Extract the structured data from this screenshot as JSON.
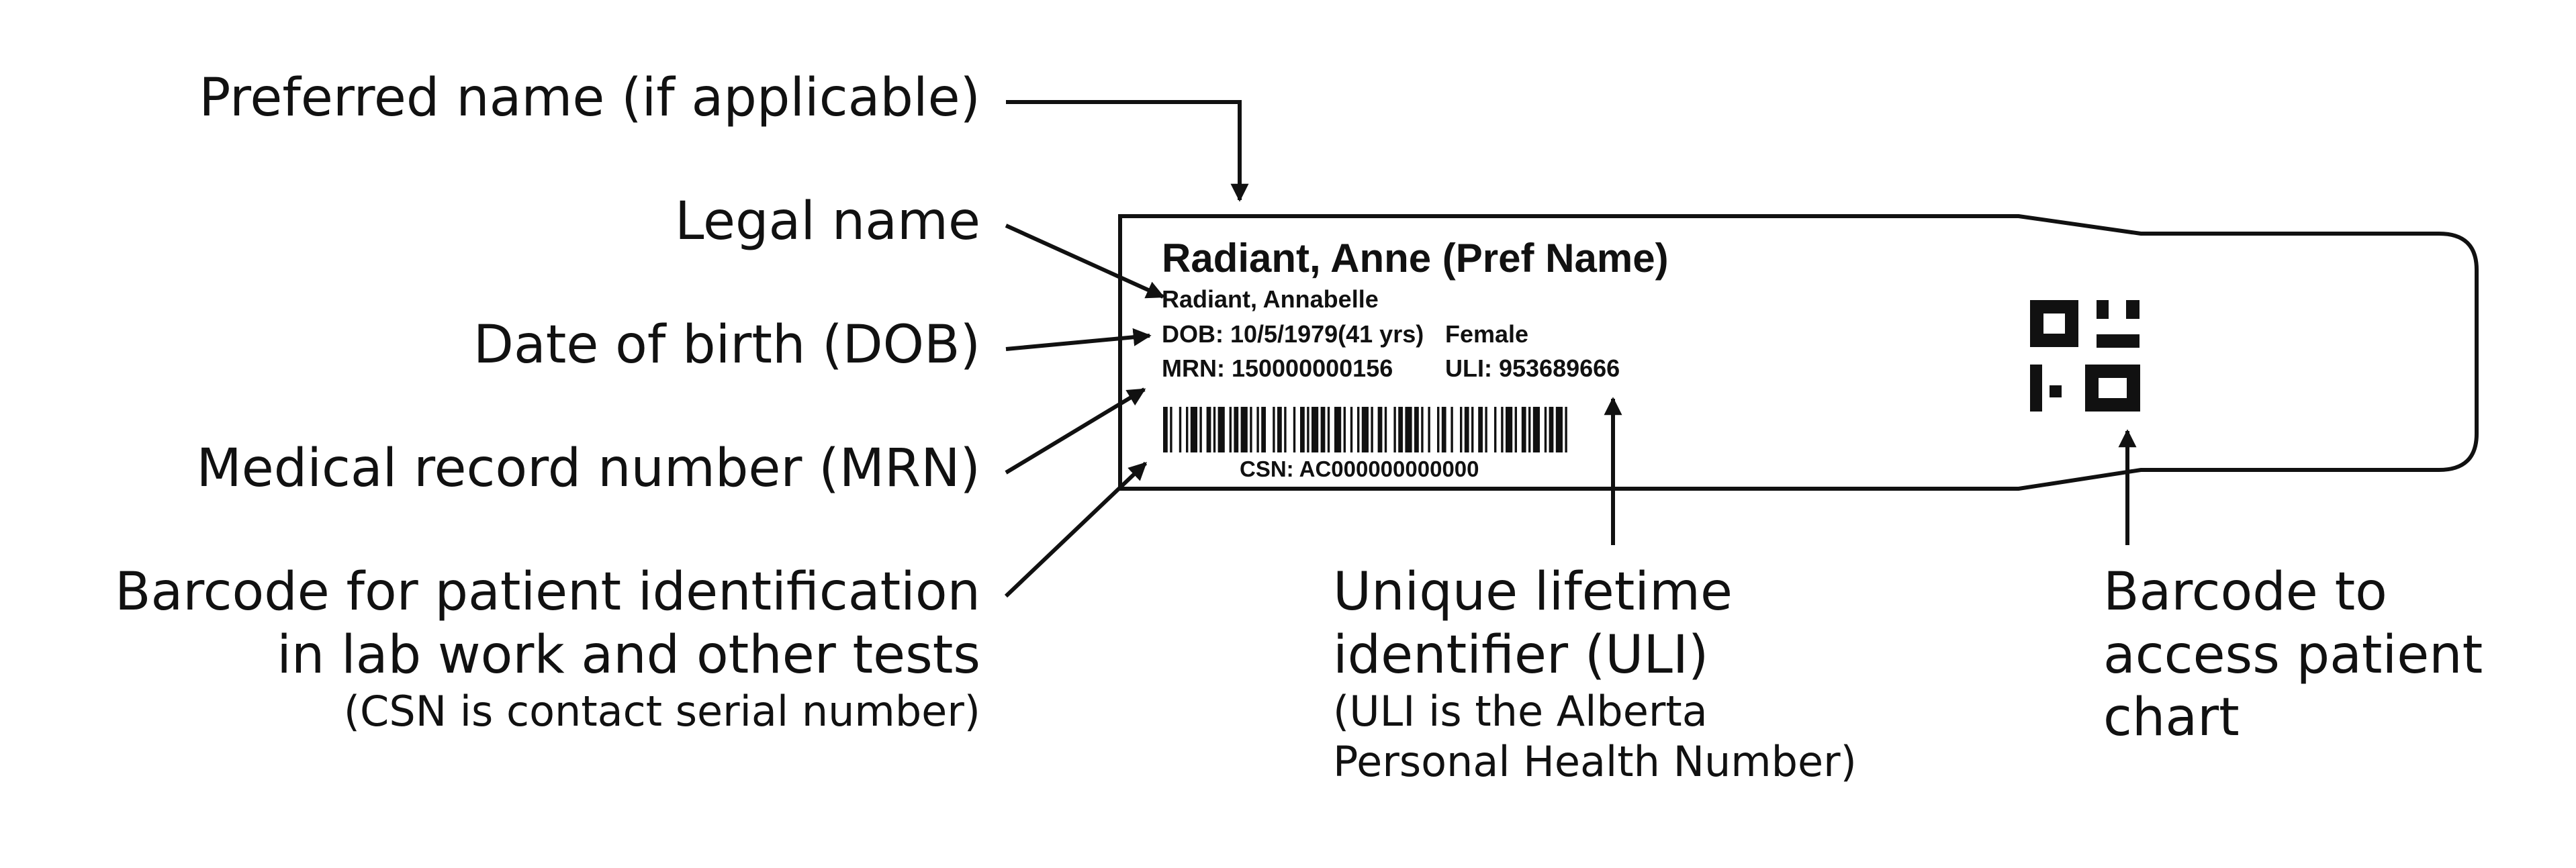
{
  "callouts": {
    "preferred_name": "Preferred name (if applicable)",
    "legal_name": "Legal name",
    "dob": "Date of birth (DOB)",
    "mrn": "Medical record number (MRN)",
    "barcode_line1": "Barcode for patient identification",
    "barcode_line2": "in lab work and other tests",
    "barcode_note": "(CSN is contact serial number)",
    "uli_line1": "Unique lifetime",
    "uli_line2": "identifier (ULI)",
    "uli_note1": "(ULI is the Alberta",
    "uli_note2": "Personal Health Number)",
    "chart_line1": "Barcode to",
    "chart_line2": "access patient",
    "chart_line3": "chart"
  },
  "label": {
    "preferred_name": "Radiant, Anne (Pref Name)",
    "legal_name": "Radiant, Annabelle",
    "dob": "DOB: 10/5/1979(41 yrs)",
    "sex": "Female",
    "mrn": "MRN: 150000000156",
    "uli": "ULI: 953689666",
    "csn": "CSN:  AC000000000000"
  },
  "colors": {
    "ink": "#111111",
    "background": "#ffffff"
  },
  "icons": [
    "barcode-graphic",
    "qr-code-icon"
  ]
}
